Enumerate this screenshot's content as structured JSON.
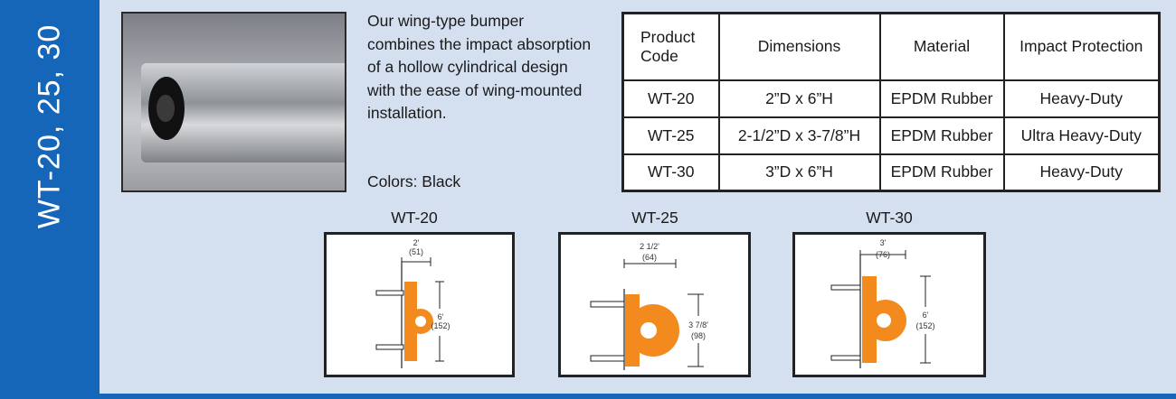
{
  "side_tab": {
    "title": "WT-20, 25, 30"
  },
  "description": {
    "lines": [
      "Our wing-type bumper",
      "combines the impact absorption",
      "of a hollow cylindrical design",
      "with the ease of wing-mounted",
      "installation."
    ],
    "colors": "Colors: Black"
  },
  "table": {
    "headers": [
      "Product Code",
      "Dimensions",
      "Material",
      "Impact Protection"
    ],
    "header_product_line1": "Product",
    "header_product_line2": "Code",
    "rows": [
      {
        "code": "WT-20",
        "dimensions": "2”D x 6”H",
        "material": "EPDM Rubber",
        "protection": "Heavy-Duty"
      },
      {
        "code": "WT-25",
        "dimensions": "2-1/2”D x 3-7/8”H",
        "material": "EPDM Rubber",
        "protection": "Ultra Heavy-Duty"
      },
      {
        "code": "WT-30",
        "dimensions": "3”D x 6”H",
        "material": "EPDM Rubber",
        "protection": "Heavy-Duty"
      }
    ]
  },
  "diagrams": [
    {
      "label": "WT-20",
      "width_dim": "2'",
      "width_metric": "(51)",
      "height_dim": "6'",
      "height_metric": "(152)"
    },
    {
      "label": "WT-25",
      "width_dim": "2 1/2'",
      "width_metric": "(64)",
      "height_dim": "3 7/8'",
      "height_metric": "(98)"
    },
    {
      "label": "WT-30",
      "width_dim": "3'",
      "width_metric": "(76)",
      "height_dim": "6'",
      "height_metric": "(152)"
    }
  ],
  "colors": {
    "side_tab": "#1565b8",
    "background": "#d4dff0",
    "bumper_orange": "#f28a1e"
  },
  "icons": [
    "bumper-photo",
    "bumper-diagram"
  ]
}
